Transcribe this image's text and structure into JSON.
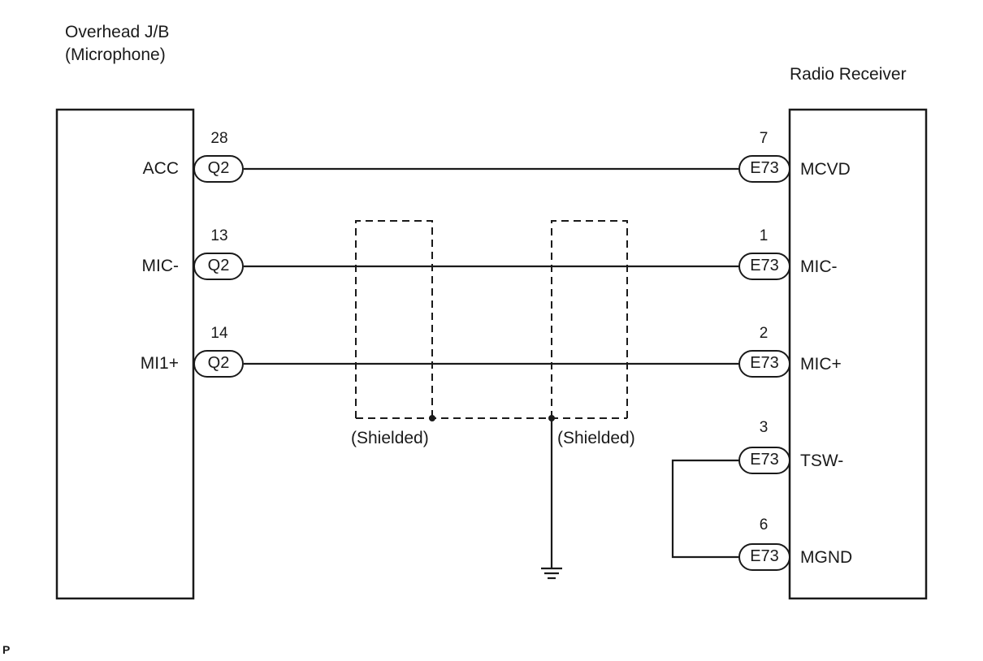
{
  "left_component": {
    "title_line1": "Overhead J/B",
    "title_line2": "(Microphone)"
  },
  "right_component": {
    "title": "Radio Receiver"
  },
  "connections": [
    {
      "left_label": "ACC",
      "left_pin": "28",
      "left_connector": "Q2",
      "right_pin": "7",
      "right_connector": "E73",
      "right_label": "MCVD"
    },
    {
      "left_label": "MIC-",
      "left_pin": "13",
      "left_connector": "Q2",
      "right_pin": "1",
      "right_connector": "E73",
      "right_label": "MIC-"
    },
    {
      "left_label": "MI1+",
      "left_pin": "14",
      "left_connector": "Q2",
      "right_pin": "2",
      "right_connector": "E73",
      "right_label": "MIC+"
    }
  ],
  "right_only": [
    {
      "pin": "3",
      "connector": "E73",
      "label": "TSW-"
    },
    {
      "pin": "6",
      "connector": "E73",
      "label": "MGND"
    }
  ],
  "shield_labels": [
    "(Shielded)",
    "(Shielded)"
  ],
  "footer_mark": "P"
}
